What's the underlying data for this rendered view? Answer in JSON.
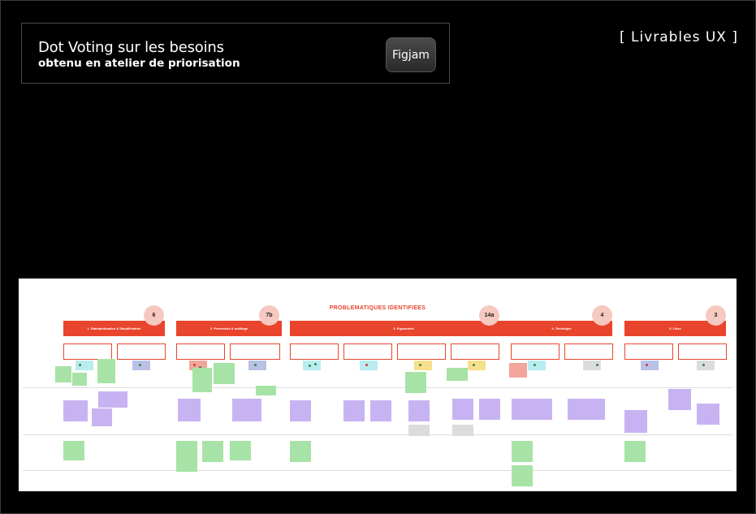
{
  "header": {
    "title": "Dot Voting sur les besoins",
    "subtitle": "obtenu en atelier de priorisation",
    "figjam_label": "Figjam"
  },
  "corner_tag": "[ Livrables UX ]",
  "board": {
    "title": "PROBLEMATIQUES IDENTIFIEES",
    "categories": [
      {
        "label": "1. Standardisation & Simplification",
        "count": "6"
      },
      {
        "label": "2. Processus & outillage",
        "count": "7b"
      },
      {
        "label": "3. Ergonomie",
        "count": "14a"
      },
      {
        "label": "4. Technique",
        "count": "4"
      },
      {
        "label": "5. Crise",
        "count": "3"
      }
    ]
  }
}
